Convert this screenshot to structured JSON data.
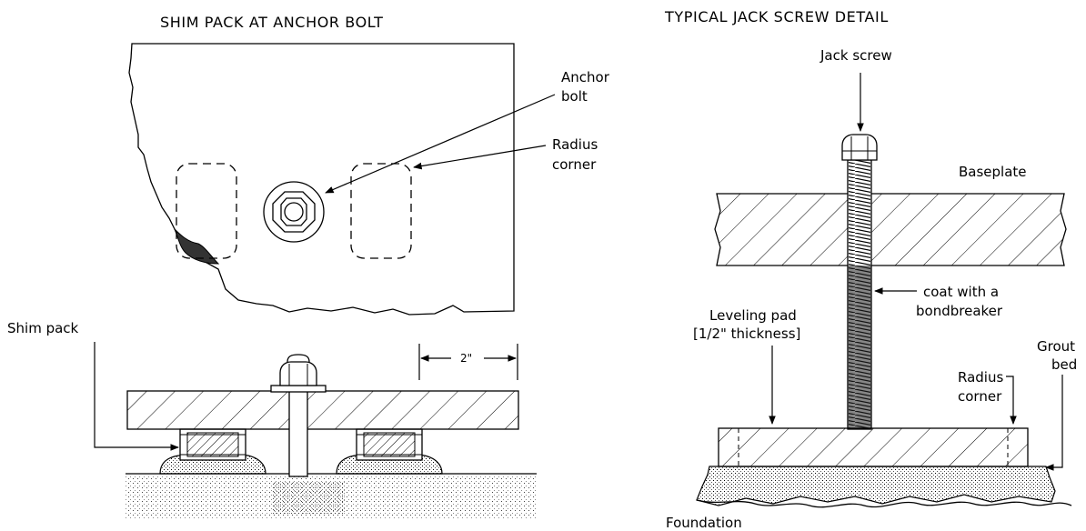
{
  "left_detail": {
    "title": "SHIM PACK AT ANCHOR BOLT",
    "labels": {
      "anchor_bolt_1": "Anchor",
      "anchor_bolt_2": "bolt",
      "radius_corner_1": "Radius",
      "radius_corner_2": "corner",
      "shim_pack": "Shim pack",
      "dimension": "2\""
    }
  },
  "right_detail": {
    "title": "TYPICAL JACK SCREW DETAIL",
    "labels": {
      "jack_screw": "Jack screw",
      "baseplate": "Baseplate",
      "coat_1": "coat with a",
      "coat_2": "bondbreaker",
      "leveling_pad_1": "Leveling pad",
      "leveling_pad_2": "[1/2\" thickness]",
      "grout_bed_1": "Grout",
      "grout_bed_2": "bed",
      "radius_corner_1": "Radius",
      "radius_corner_2": "corner",
      "foundation": "Foundation"
    }
  }
}
